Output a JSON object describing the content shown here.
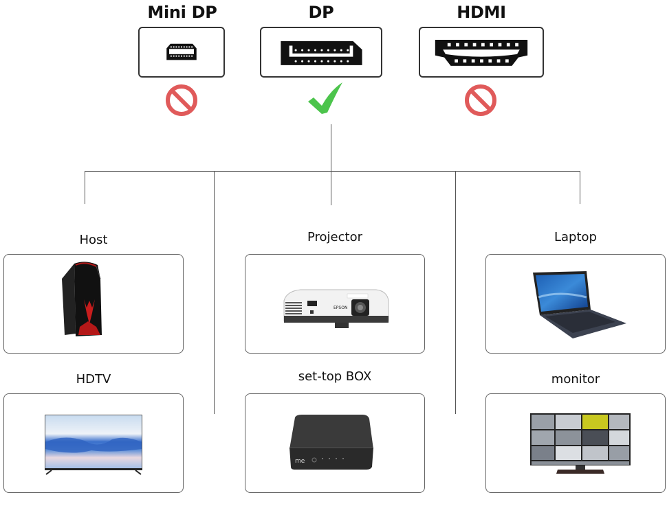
{
  "ports": [
    {
      "id": "mini-dp",
      "label": "Mini DP",
      "supported": false,
      "status_icon": "prohibited-icon"
    },
    {
      "id": "dp",
      "label": "DP",
      "supported": true,
      "status_icon": "checkmark-icon"
    },
    {
      "id": "hdmi",
      "label": "HDMI",
      "supported": false,
      "status_icon": "prohibited-icon"
    }
  ],
  "devices": [
    {
      "id": "host",
      "label": "Host",
      "icon": "desktop-tower-icon"
    },
    {
      "id": "projector",
      "label": "Projector",
      "icon": "projector-icon",
      "brand_text": "EPSON"
    },
    {
      "id": "laptop",
      "label": "Laptop",
      "icon": "laptop-icon"
    },
    {
      "id": "hdtv",
      "label": "HDTV",
      "icon": "tv-icon"
    },
    {
      "id": "set-top-box",
      "label": "set-top BOX",
      "icon": "set-top-box-icon",
      "brand_text": "me"
    },
    {
      "id": "monitor",
      "label": "monitor",
      "icon": "monitor-icon"
    }
  ],
  "colors": {
    "prohibited": "#e05a5a",
    "check": "#4cc44c",
    "line": "#555555",
    "box_border": "#666666"
  }
}
